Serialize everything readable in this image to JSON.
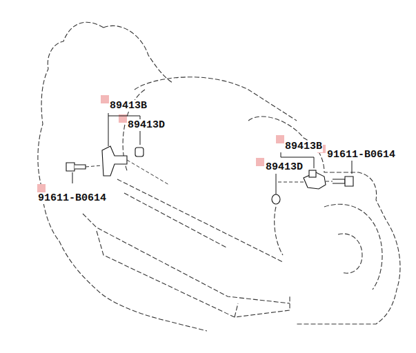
{
  "diagram": {
    "labels": [
      "89413B",
      "89413D",
      "89413B",
      "91611-B0614",
      "89413D",
      "91611-B0614"
    ]
  }
}
